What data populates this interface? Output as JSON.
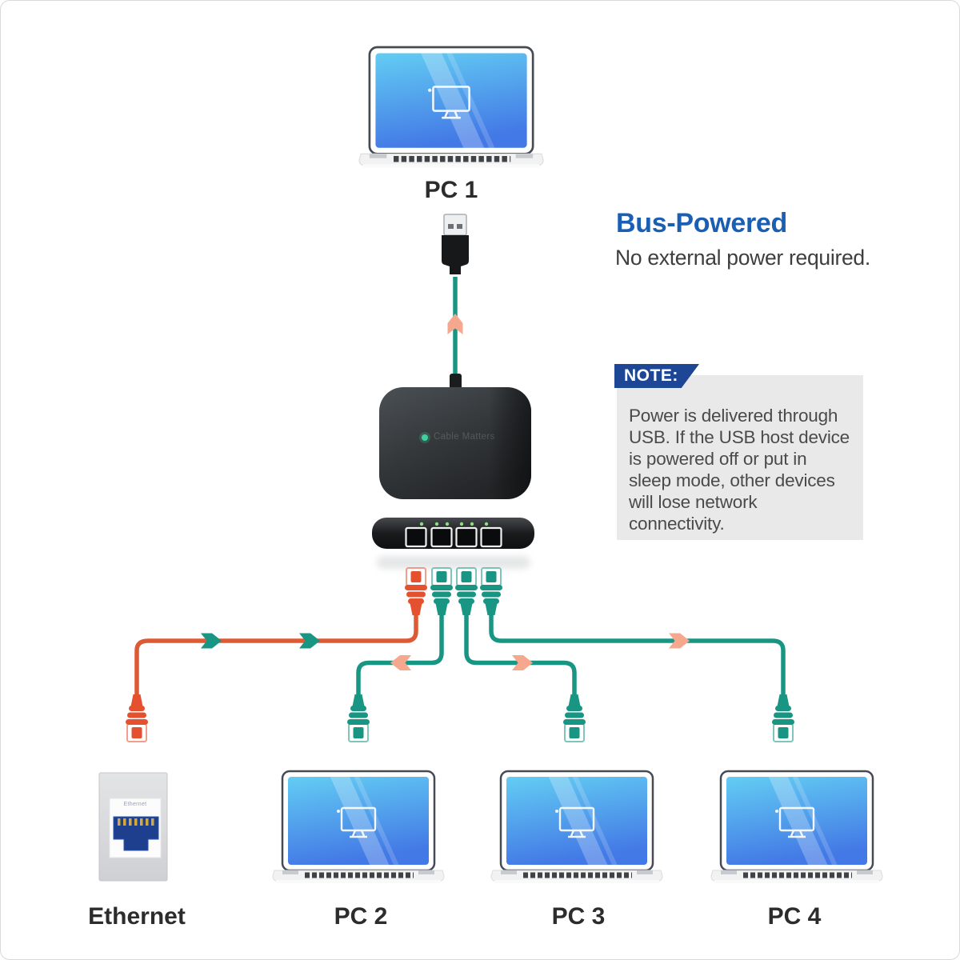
{
  "endpoints": {
    "pc1": "PC 1",
    "pc2": "PC 2",
    "pc3": "PC 3",
    "pc4": "PC 4",
    "ethernet": "Ethernet"
  },
  "bus_powered": {
    "heading": "Bus-Powered",
    "subheading": "No external power required."
  },
  "note": {
    "badge": "NOTE:",
    "lines": [
      "Power is delivered through",
      "USB. If the USB host device",
      "is powered off or put in",
      "sleep mode, other devices",
      "will lose network",
      "connectivity."
    ]
  },
  "hub": {
    "brand_text": "Cable Matters"
  },
  "wall_jack": {
    "printed_label": "Ethernet"
  },
  "colors": {
    "teal_cable": "#189583",
    "orange_cable": "#dd5a35",
    "salmon_arrow": "#f5a88e",
    "heading_blue": "#1a5fb4",
    "note_badge_blue": "#1d4795",
    "note_box_bg": "#e9e9e9",
    "screen_gradient_top": "#63cdf3",
    "screen_gradient_bottom": "#4379e6"
  }
}
